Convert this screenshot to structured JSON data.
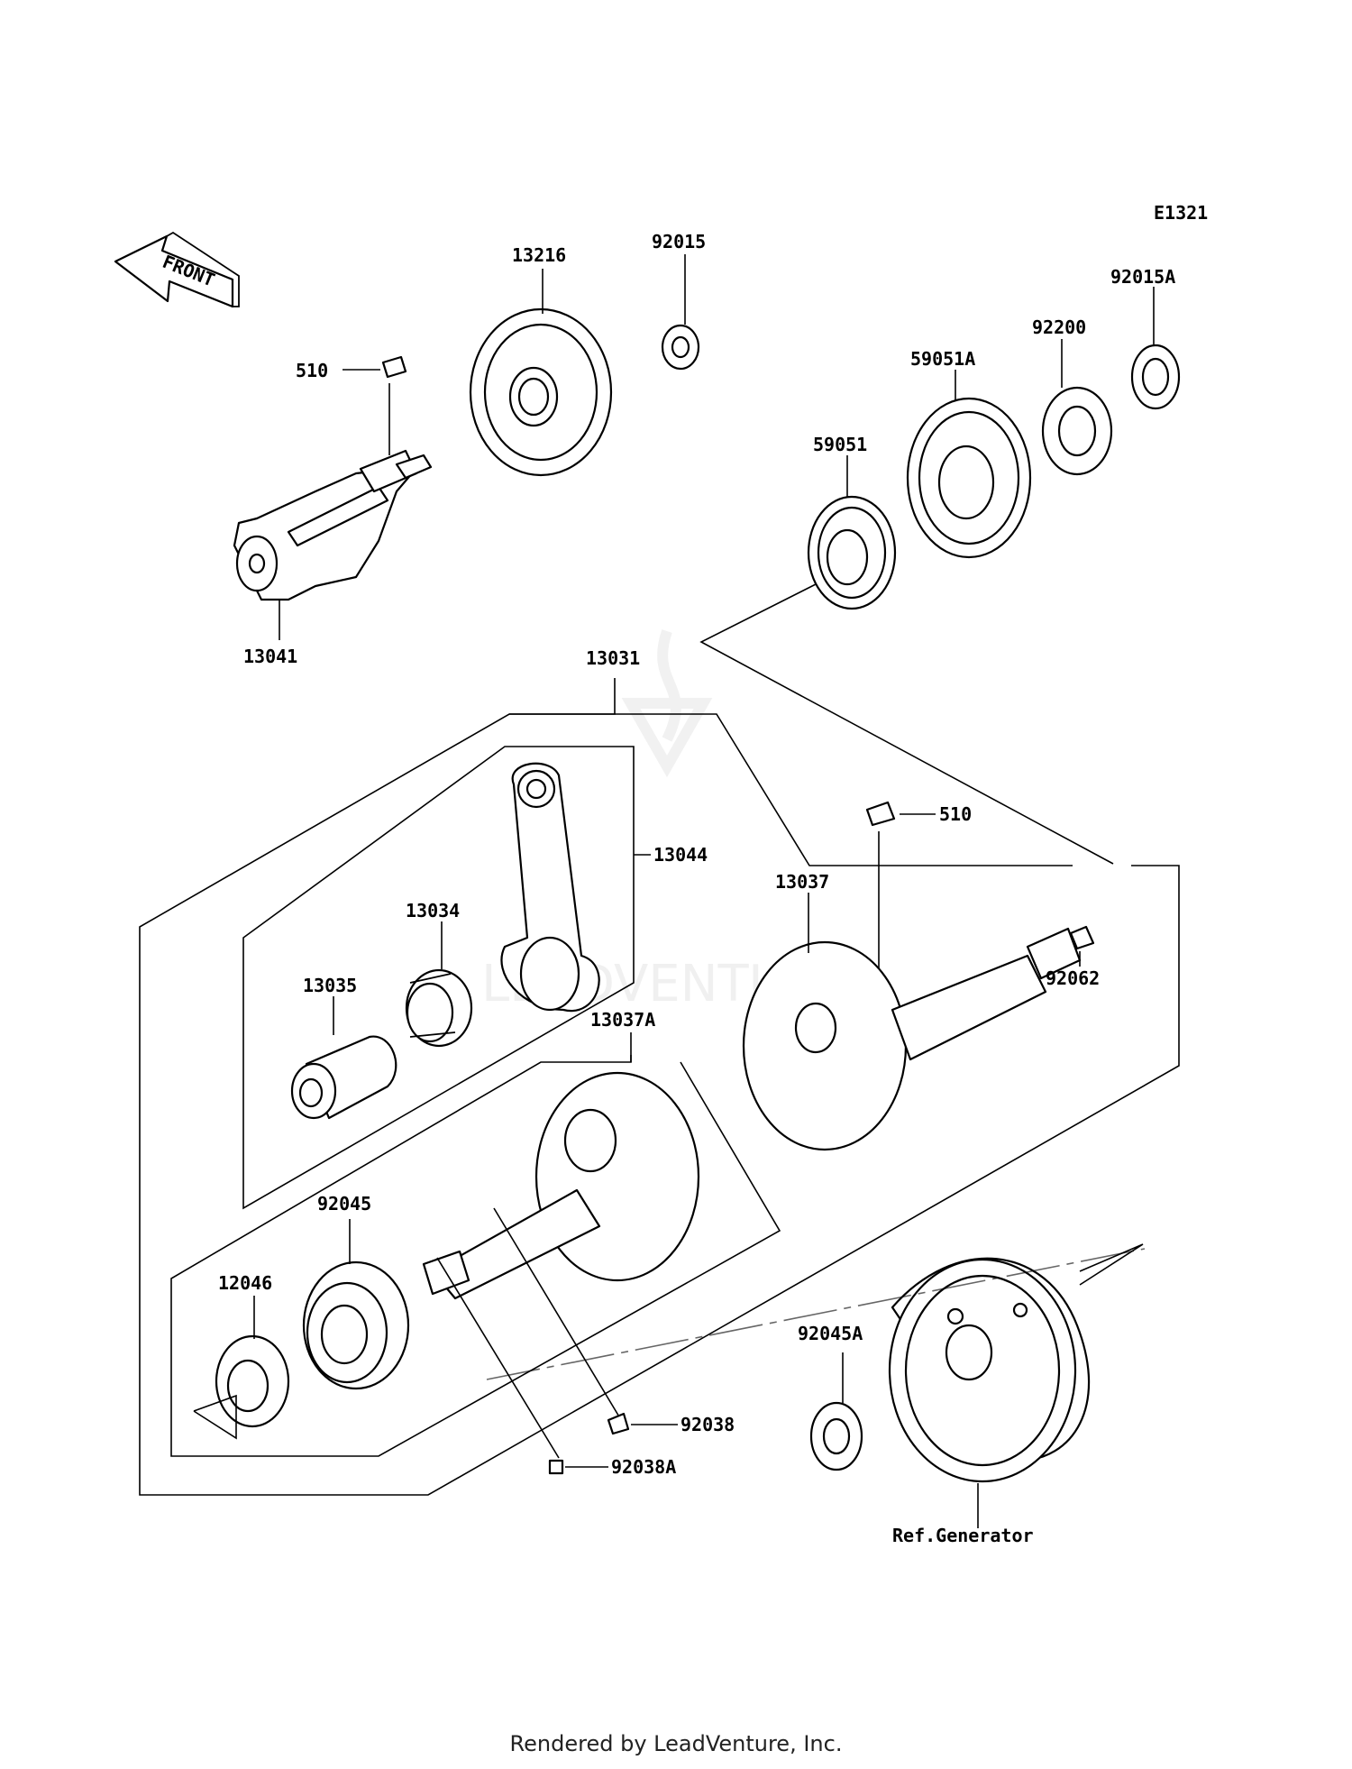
{
  "diagram_code": "E1321",
  "front_arrow_text": "FRONT",
  "labels": {
    "p510_top": "510",
    "p13216": "13216",
    "p92015": "92015",
    "p92015A": "92015A",
    "p92200": "92200",
    "p59051A": "59051A",
    "p59051": "59051",
    "p13041": "13041",
    "p13031": "13031",
    "p13044": "13044",
    "p13034": "13034",
    "p13035": "13035",
    "p510_right": "510",
    "p13037": "13037",
    "p92062": "92062",
    "p13037A": "13037A",
    "p92045": "92045",
    "p12046": "12046",
    "p92038": "92038",
    "p92038A": "92038A",
    "p92045A": "92045A",
    "ref_generator": "Ref.Generator"
  },
  "footer": "Rendered by LeadVenture, Inc.",
  "watermark_text": "LEADVENTURE"
}
